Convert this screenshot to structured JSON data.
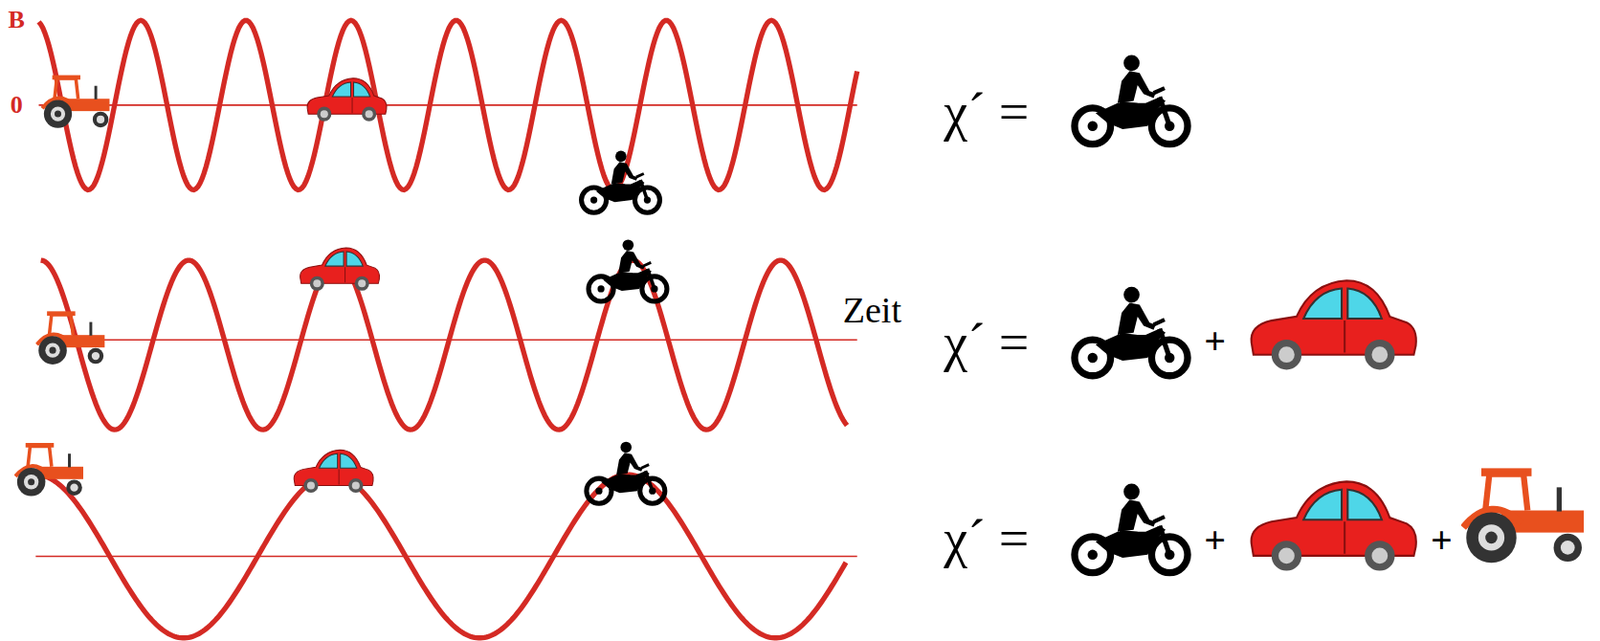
{
  "diagram": {
    "labels": [
      "B",
      "0",
      "Zeit",
      "χ´ =",
      "χ´ =",
      "+",
      "χ´ =",
      "+",
      "+"
    ]
  }
}
